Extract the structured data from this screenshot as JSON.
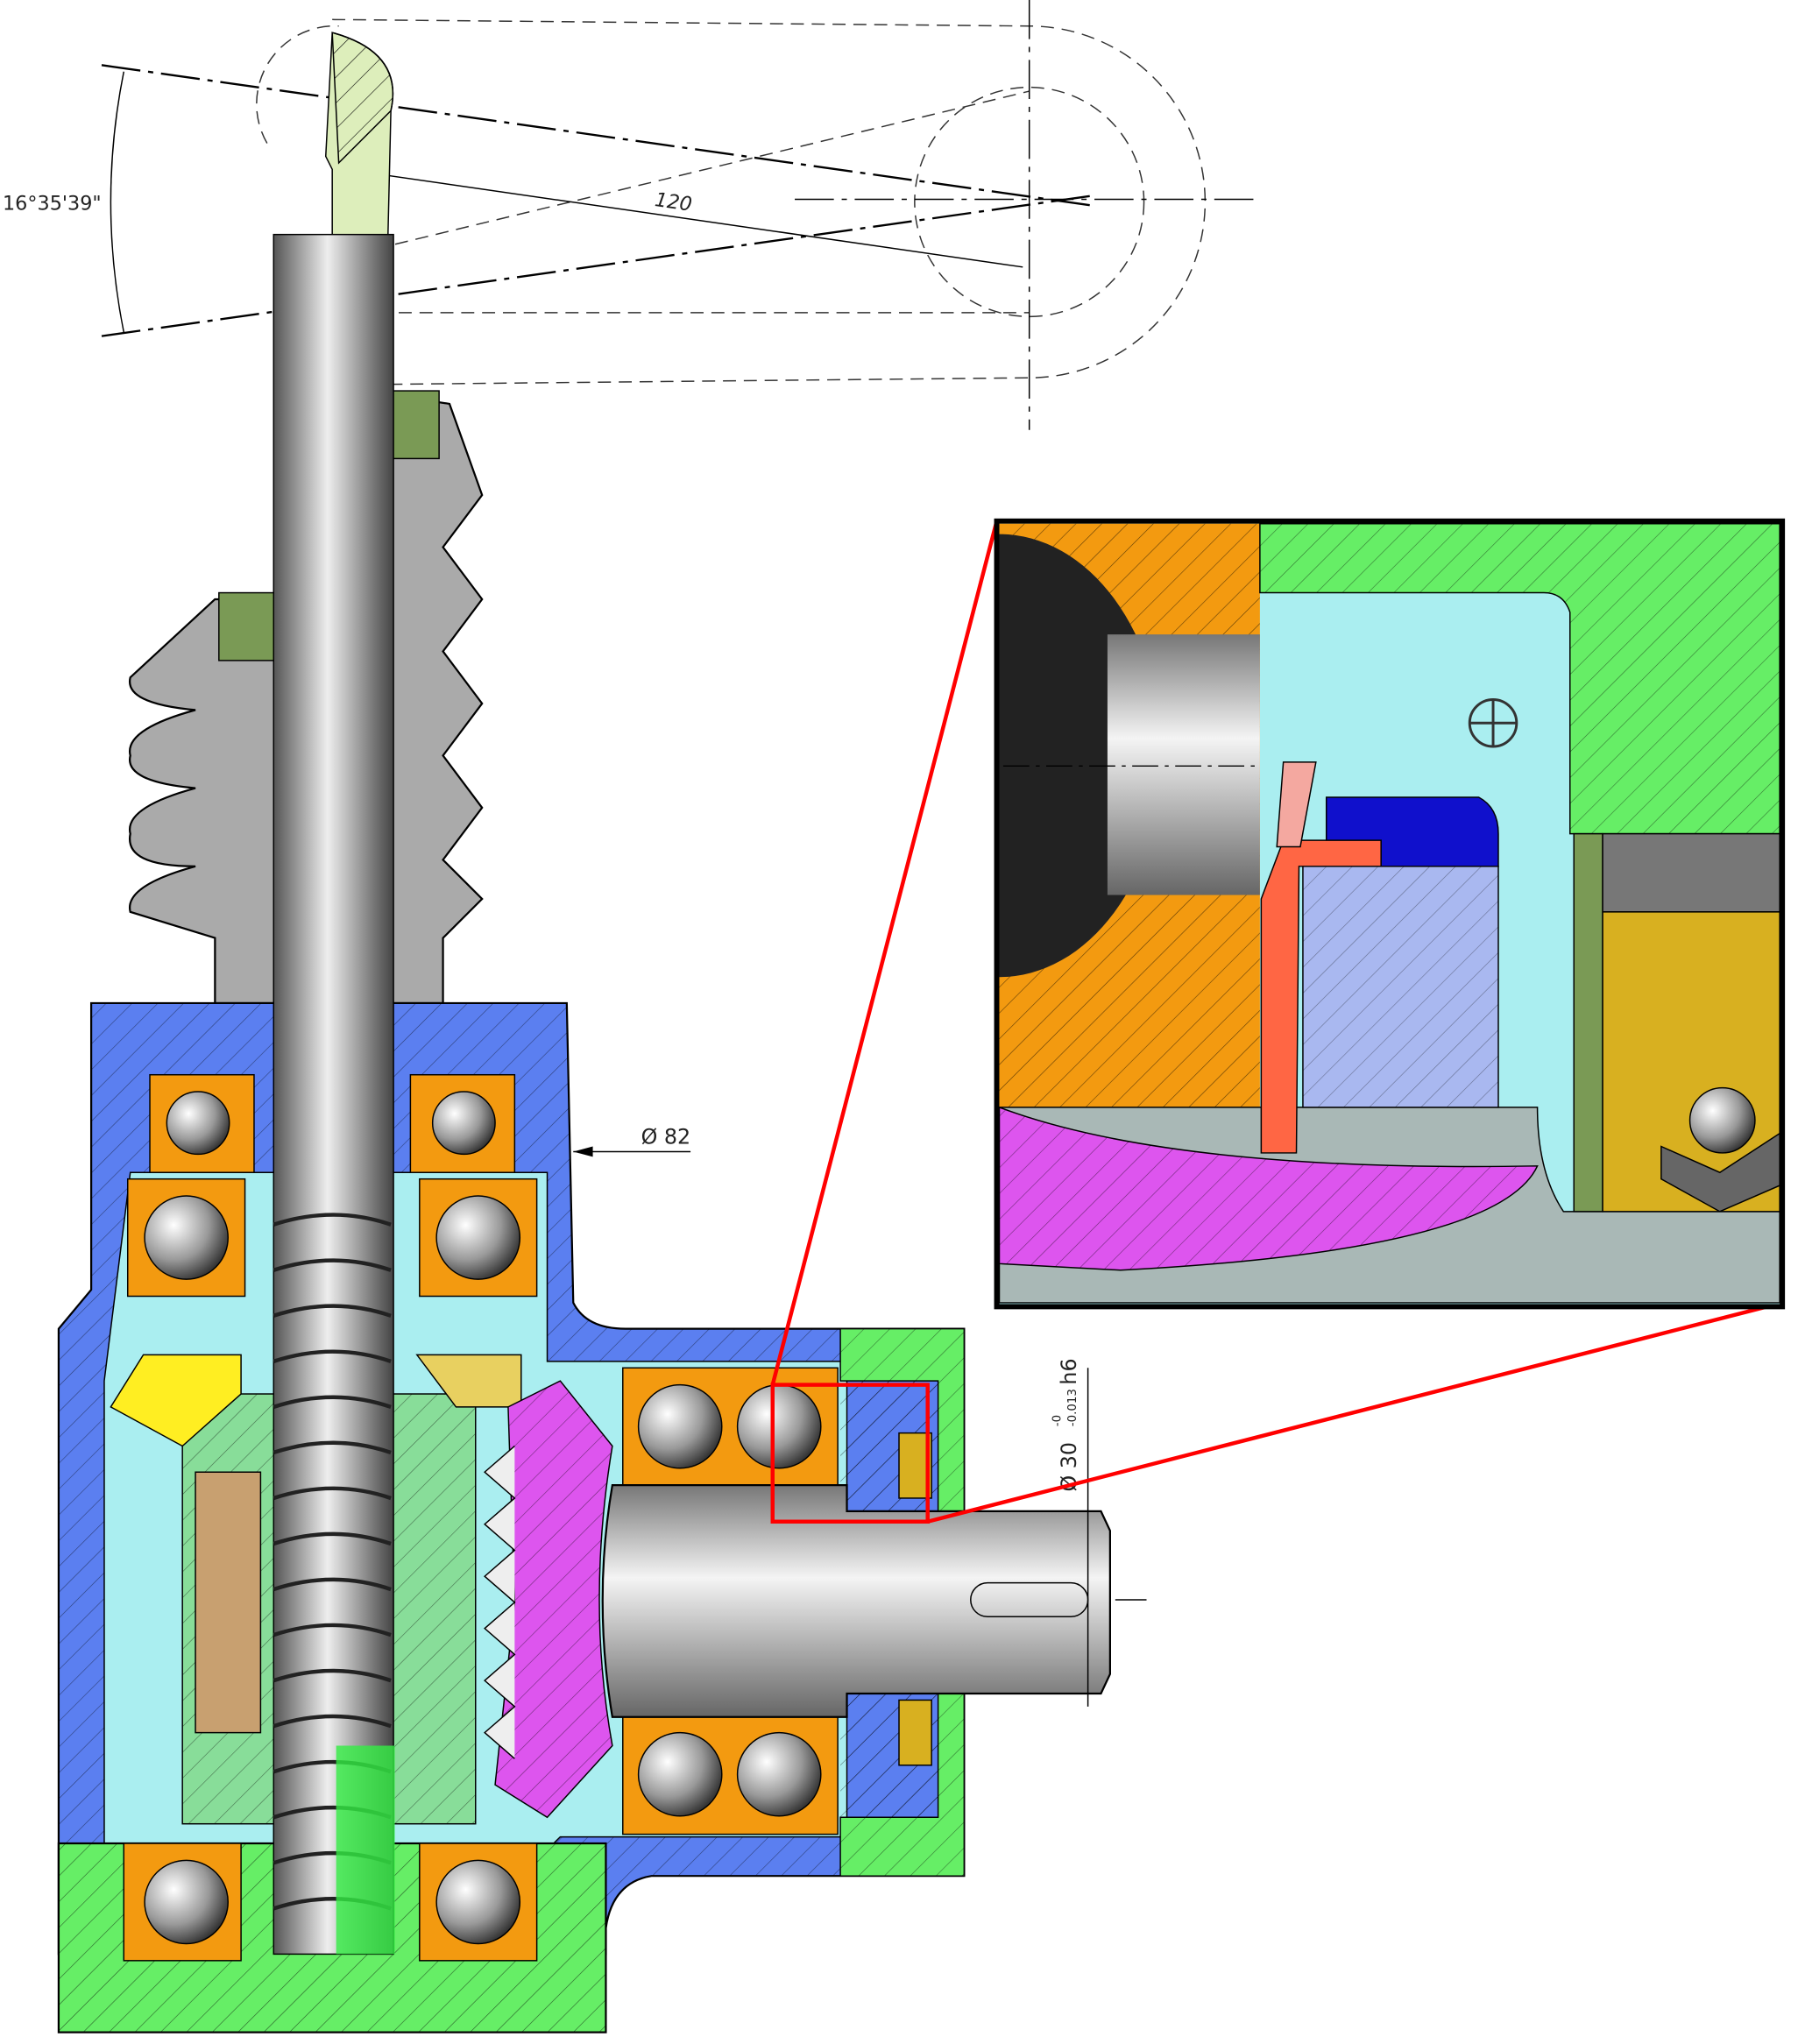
{
  "dimensions": {
    "angle": "16°35'39\"",
    "length": "120",
    "housing_diameter": "Ø 82",
    "shaft_diameter": "Ø 30",
    "shaft_tolerance_upper": "-0",
    "shaft_tolerance_lower": "-0.013",
    "shaft_fit": "h6"
  },
  "colors": {
    "housing": "#5b7ff0",
    "cover": "#66ee66",
    "interior": "#aaeef0",
    "bearing": "#f39a10",
    "gear": "#dd55ee",
    "shaft": "#9a9a9a",
    "highlight": "#ff0000",
    "seal_blue": "#1010cc",
    "seal_red": "#ff6644",
    "bearing_cage": "#d8b020"
  },
  "icons": [
    "center-mark-icon"
  ]
}
